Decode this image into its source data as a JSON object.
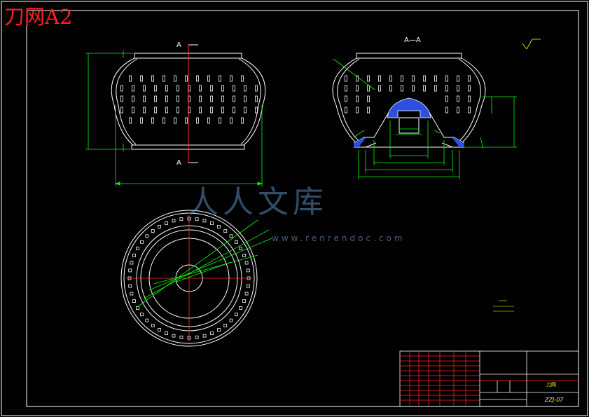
{
  "title": "刀网A2",
  "watermark": {
    "name": "人人文库",
    "url": "www.renrendoc.com"
  },
  "section_label": "A—A",
  "cut_label_top": "A",
  "cut_label_bottom": "A",
  "colors": {
    "background": "#000000",
    "line": "#ffffff",
    "dimension": "#00ff00",
    "table_line": "#ff2020",
    "title": "#ff2020",
    "section_fill": "#2c4fe0",
    "label": "#ffff00"
  },
  "title_block": {
    "part_name": "刀网",
    "drawing_no": "ZZJ-07"
  }
}
